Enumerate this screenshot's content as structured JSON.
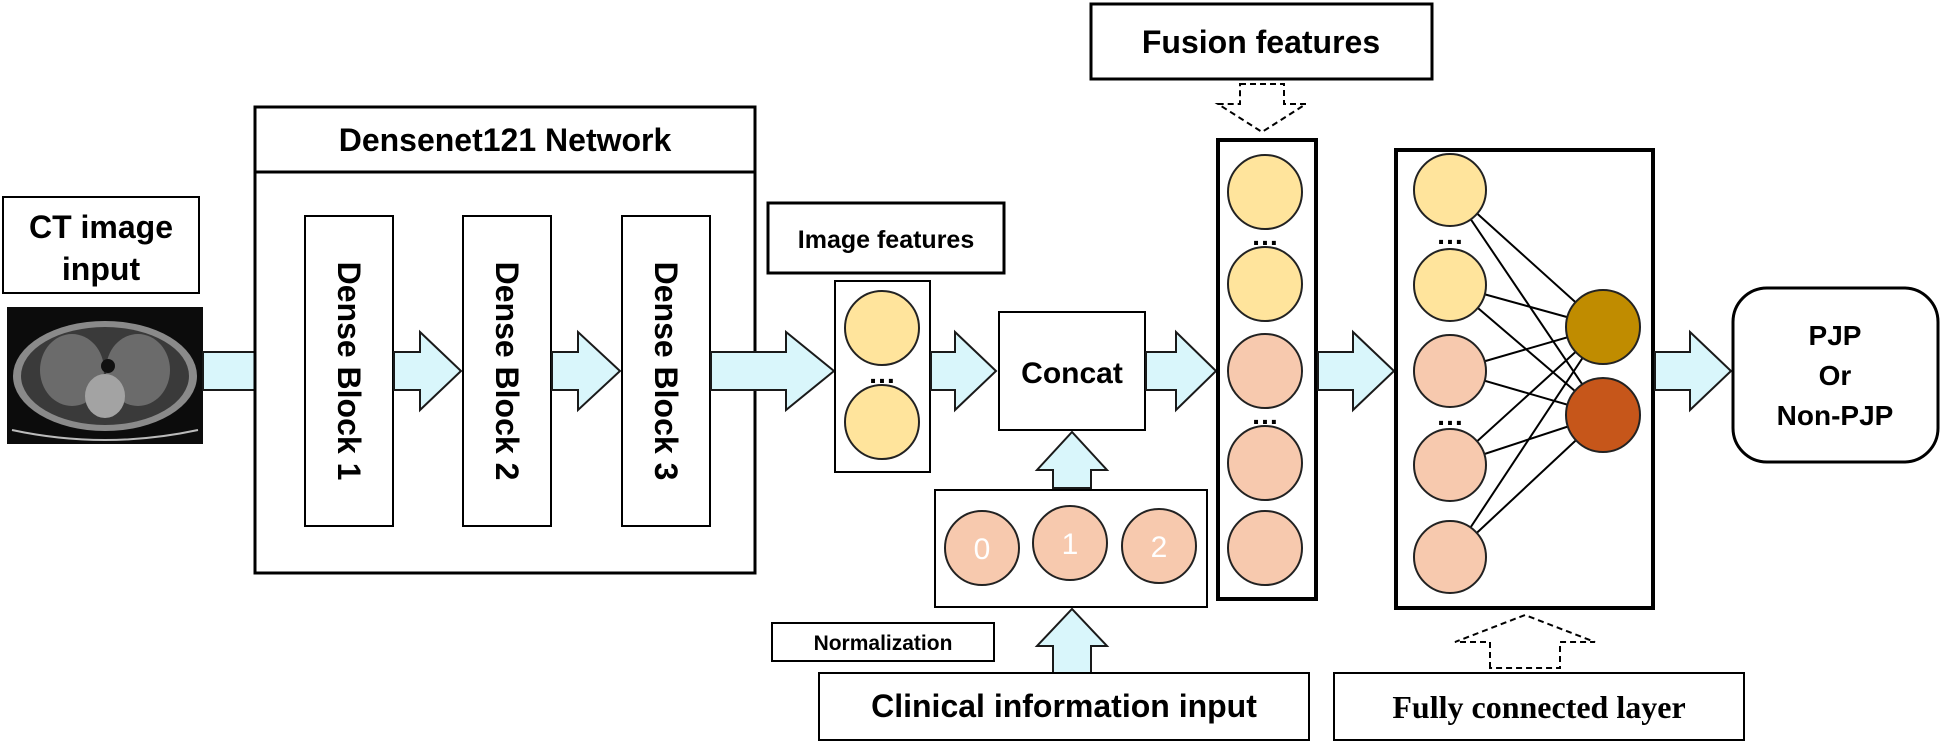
{
  "labels": {
    "ct_input_line1": "CT image",
    "ct_input_line2": "input",
    "network_title": "Densenet121 Network",
    "block1": "Dense Block 1",
    "block2": "Dense Block 2",
    "block3": "Dense Block 3",
    "image_features": "Image features",
    "concat": "Concat",
    "fusion_features": "Fusion features",
    "normalization": "Normalization",
    "clinical_input": "Clinical information input",
    "fully_connected": "Fully connected layer",
    "output_line1": "PJP",
    "output_line2": "Or",
    "output_line3": "Non-PJP",
    "ellipsis": "…"
  },
  "clinical_nodes": [
    "0",
    "1",
    "2"
  ],
  "colors": {
    "arrow_fill": "#d9f6fb",
    "feature_node_yellow": "#ffe49c",
    "feature_node_peach": "#f7c9ae",
    "output_node_1": "#c08c00",
    "output_node_2": "#c6561a"
  }
}
